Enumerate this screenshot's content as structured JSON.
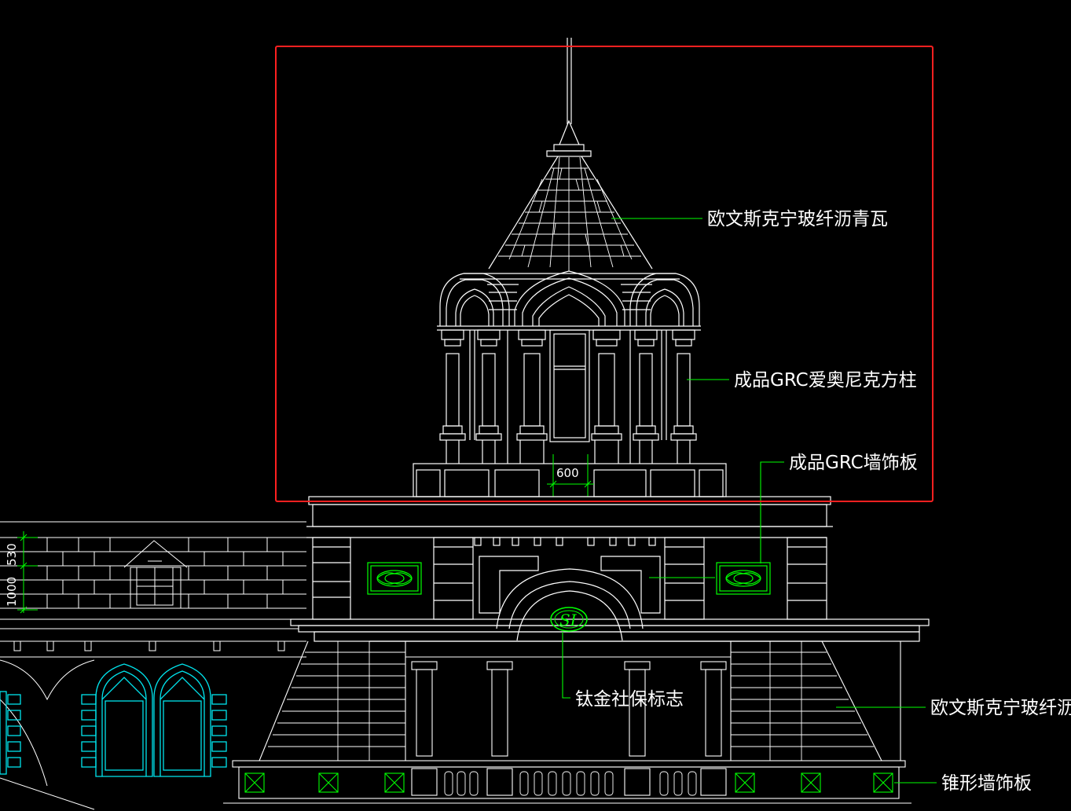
{
  "drawing": {
    "annotations": {
      "roof_tile_upper": "欧文斯克宁玻纤沥青瓦",
      "grc_column": "成品GRC爱奥尼克方柱",
      "grc_wall_panel": "成品GRC墙饰板",
      "logo_sign": "钛金社保标志",
      "roof_tile_lower": "欧文斯克宁玻纤沥青",
      "cone_wall_panel": "锥形墙饰板"
    },
    "dimensions": {
      "opening_width": "600",
      "roof_height_total": "1000",
      "roof_height_part": "530"
    },
    "logo_text": "SI",
    "colors": {
      "background": "#000000",
      "linework": "#ffffff",
      "annotation": "#00ff00",
      "highlight_box": "#ff2020",
      "window": "#00e5ee"
    }
  }
}
